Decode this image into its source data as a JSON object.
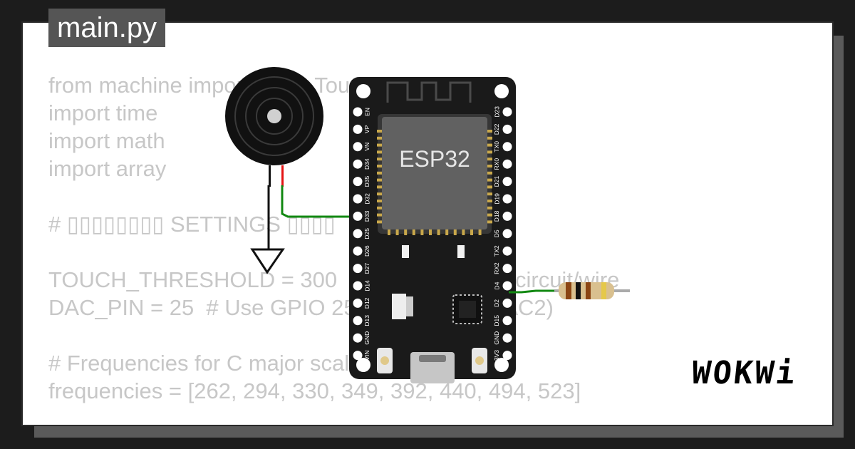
{
  "editor": {
    "filename": "main.py",
    "code_lines": [
      "from machine import DAC, TouchPad, Pin",
      "import time",
      "import math",
      "import array",
      "",
      "# ▯▯▯▯▯▯▯▯ SETTINGS ▯▯▯▯",
      "",
      "TOUCH_THRESHOLD = 300  # Adjust for your circuit/wire",
      "DAC_PIN = 25  # Use GPIO 25 or GPIO 26 (DAC2)",
      "",
      "# Frequencies for C major scale",
      "frequencies = [262, 294, 330, 349, 392, 440, 494, 523]"
    ]
  },
  "board": {
    "chip_label": "ESP32",
    "left_pins": [
      "EN",
      "VP",
      "VN",
      "D34",
      "D35",
      "D32",
      "D33",
      "D25",
      "D26",
      "D27",
      "D14",
      "D12",
      "D13",
      "GND",
      "VIN"
    ],
    "right_pins": [
      "D23",
      "D22",
      "TX0",
      "RX0",
      "D21",
      "D19",
      "D18",
      "D5",
      "TX2",
      "RX2",
      "D4",
      "D2",
      "D15",
      "GND",
      "3V3"
    ]
  },
  "brand": {
    "logo": "WOKWi"
  },
  "colors": {
    "board": "#1a1a1a",
    "chip": "#616161",
    "pad": "#c9a84b",
    "wire_signal": "#118811",
    "wire_red": "#e41313",
    "code_text": "#c7c7c7",
    "tab_bg": "#555555"
  }
}
